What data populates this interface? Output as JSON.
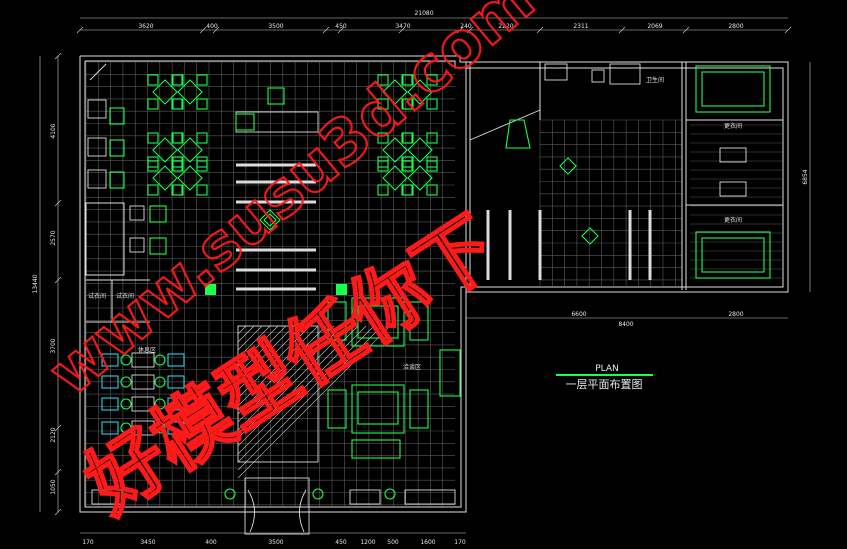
{
  "drawing": {
    "title_en": "PLAN",
    "title_cn": "一层平面布置图"
  },
  "dimensions": {
    "top_total": "21080",
    "top_segments": [
      "3620",
      "400",
      "3500",
      "450",
      "3470",
      "240",
      "2220",
      "2311",
      "2069",
      "2800"
    ],
    "bottom_segments": [
      "170",
      "3450",
      "400",
      "3500",
      "450",
      "1200",
      "500",
      "1600",
      "170"
    ],
    "left_total": "13440",
    "left_segments": [
      "4100",
      "2570",
      "3700",
      "2120",
      "1050"
    ],
    "right_total": "6854",
    "mid_right_segments": [
      "6600",
      "8400",
      "2800"
    ]
  },
  "rooms": {
    "fitting_left": "试衣间",
    "fitting_right": "试衣间",
    "lounge": "休息区",
    "negotiation": "洽谈区",
    "toilet": "卫生间",
    "storage_top": "更衣间",
    "storage_bottom": "更衣间"
  },
  "watermark": {
    "url": "www.susu3d.com",
    "chinese": "好模型任你下"
  },
  "colors": {
    "background": "#000000",
    "wall": "#e0e0e0",
    "furniture": "#19ff4a",
    "watermark": "#ff1a1a",
    "accent": "#2ee6ff"
  }
}
